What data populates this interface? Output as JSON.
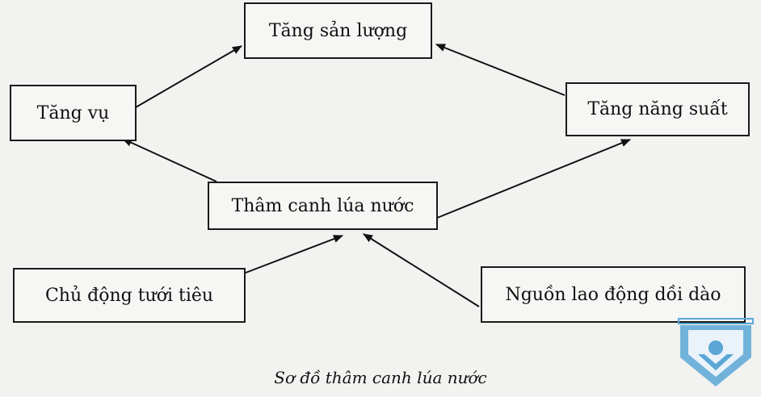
{
  "diagram": {
    "nodes": {
      "output": "Tăng sản lượng",
      "crop": "Tăng vụ",
      "yield": "Tăng năng suất",
      "center": "Thâm canh lúa nước",
      "irrigation": "Chủ động tưới tiêu",
      "labor": "Nguồn lao động dồi dào"
    },
    "caption": "Sơ đồ thâm canh lúa nước"
  },
  "watermark": {
    "icon": "shield-person-icon",
    "color": "#5aa7d6"
  }
}
